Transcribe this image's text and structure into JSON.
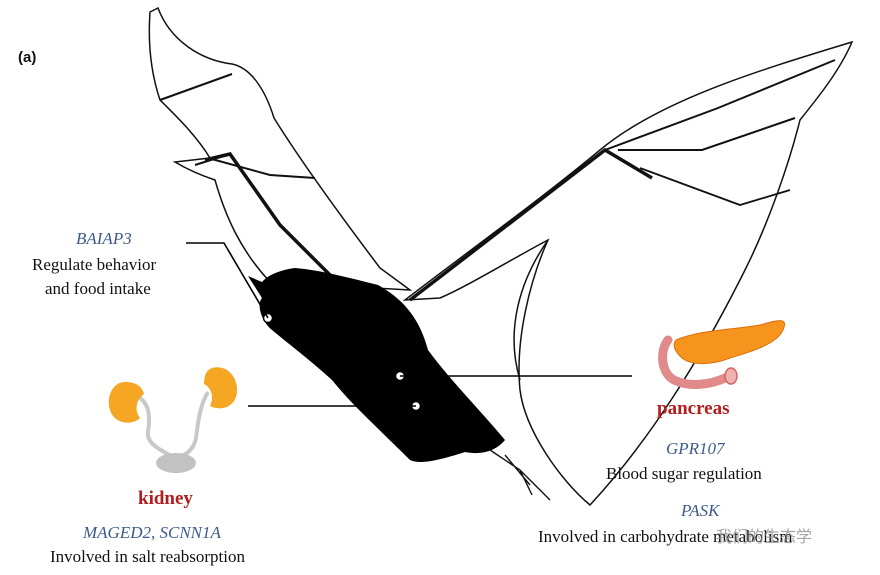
{
  "panel_label": "(a)",
  "brain": {
    "gene": "BAIAP3",
    "desc_line1": "Regulate behavior",
    "desc_line2": "and food intake"
  },
  "kidney": {
    "organ": "kidney",
    "genes": "MAGED2, SCNN1A",
    "desc": "Involved in salt reabsorption"
  },
  "pancreas": {
    "organ": "pancreas",
    "gene1": "GPR107",
    "desc1": "Blood sugar regulation",
    "gene2": "PASK",
    "desc2": "Involved in carbohydrate metabolism"
  },
  "watermark": "我们的生态学",
  "colors": {
    "gene": "#3d5a8a",
    "organ_label": "#b01e1e",
    "kidney": "#f5a623",
    "pancreas": "#f7941d",
    "duct": "#e08a8a"
  }
}
